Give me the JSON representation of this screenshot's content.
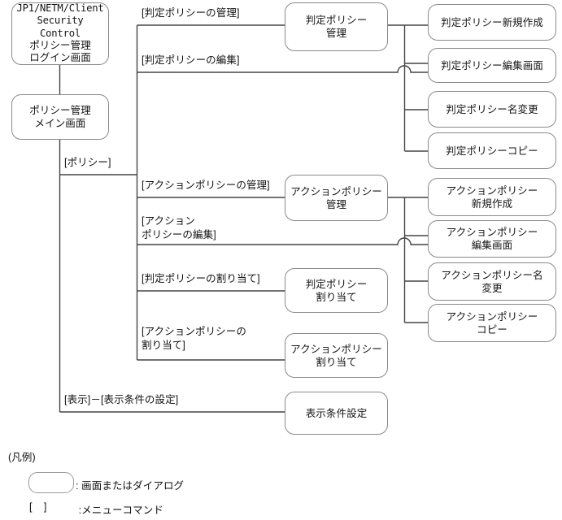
{
  "diagram": {
    "title_box": {
      "product_name": "JP1/NETM/Client\nSecurity Control",
      "screen_name": "ポリシー管理\nログイン画面"
    },
    "nodes": [
      {
        "id": "policy-management-main",
        "label": "ポリシー管理\nメイン画面"
      },
      {
        "id": "judgement-policy-management",
        "label": "判定ポリシー\n管理"
      },
      {
        "id": "judgement-policy-new",
        "label": "判定ポリシー新規作成"
      },
      {
        "id": "judgement-policy-edit",
        "label": "判定ポリシー編集画面"
      },
      {
        "id": "judgement-policy-rename",
        "label": "判定ポリシー名変更"
      },
      {
        "id": "judgement-policy-copy",
        "label": "判定ポリシーコピー"
      },
      {
        "id": "action-policy-management",
        "label": "アクションポリシー\n管理"
      },
      {
        "id": "action-policy-new",
        "label": "アクションポリシー\n新規作成"
      },
      {
        "id": "action-policy-edit",
        "label": "アクションポリシー\n編集画面"
      },
      {
        "id": "action-policy-rename",
        "label": "アクションポリシー名\n変更"
      },
      {
        "id": "action-policy-copy",
        "label": "アクションポリシー\nコピー"
      },
      {
        "id": "judgement-policy-assign",
        "label": "判定ポリシー\n割り当て"
      },
      {
        "id": "action-policy-assign",
        "label": "アクションポリシー\n割り当て"
      },
      {
        "id": "display-condition-settings",
        "label": "表示条件設定"
      }
    ],
    "menu_commands": [
      {
        "id": "menu-judgement-policy-manage",
        "label": "[判定ポリシーの管理]"
      },
      {
        "id": "menu-judgement-policy-edit",
        "label": "[判定ポリシーの編集]"
      },
      {
        "id": "menu-policy",
        "label": "[ポリシー]"
      },
      {
        "id": "menu-action-policy-manage",
        "label": "[アクションポリシーの管理]"
      },
      {
        "id": "menu-action-policy-edit",
        "label": "[アクション\n ポリシーの編集]"
      },
      {
        "id": "menu-judgement-policy-assign",
        "label": "[判定ポリシーの割り当て]"
      },
      {
        "id": "menu-action-policy-assign",
        "label": "[アクションポリシーの\n 割り当て]"
      },
      {
        "id": "menu-display-condition",
        "label": "[表示]－[表示条件の設定]"
      }
    ],
    "legend": {
      "title": "(凡例)",
      "entries": [
        {
          "id": "legend-screen-or-dialog",
          "symbol": "rounded-box",
          "text": ": 画面またはダイアログ"
        },
        {
          "id": "legend-menu-command",
          "symbol": "[    ]",
          "text": " :メニューコマンド"
        }
      ]
    },
    "colors": {
      "line": "#444444",
      "node_border": "#8a8a8a",
      "text": "#141414",
      "background": "#ffffff"
    }
  }
}
